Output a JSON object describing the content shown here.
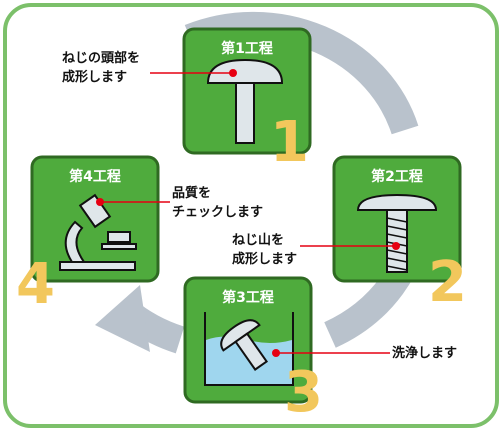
{
  "colors": {
    "card_green": "#4fab3d",
    "card_border": "#2f6a22",
    "frame_green": "#7cc06a",
    "arrow_gray": "#b9c2cc",
    "part_fill": "#dfe6ea",
    "leader_red": "#e60012",
    "number_yellow": "#f2c75c",
    "water_blue": "#9fd6ee"
  },
  "steps": [
    {
      "title": "第1工程",
      "number": "1",
      "label": "ねじの頭部を\n成形します",
      "icon": "screw-head-blank-icon"
    },
    {
      "title": "第2工程",
      "number": "2",
      "label": "ねじ山を\n成形します",
      "icon": "threaded-screw-icon"
    },
    {
      "title": "第3工程",
      "number": "3",
      "label": "洗浄します",
      "icon": "screw-in-water-icon"
    },
    {
      "title": "第4工程",
      "number": "4",
      "label": "品質を\nチェックします",
      "icon": "microscope-icon"
    }
  ]
}
